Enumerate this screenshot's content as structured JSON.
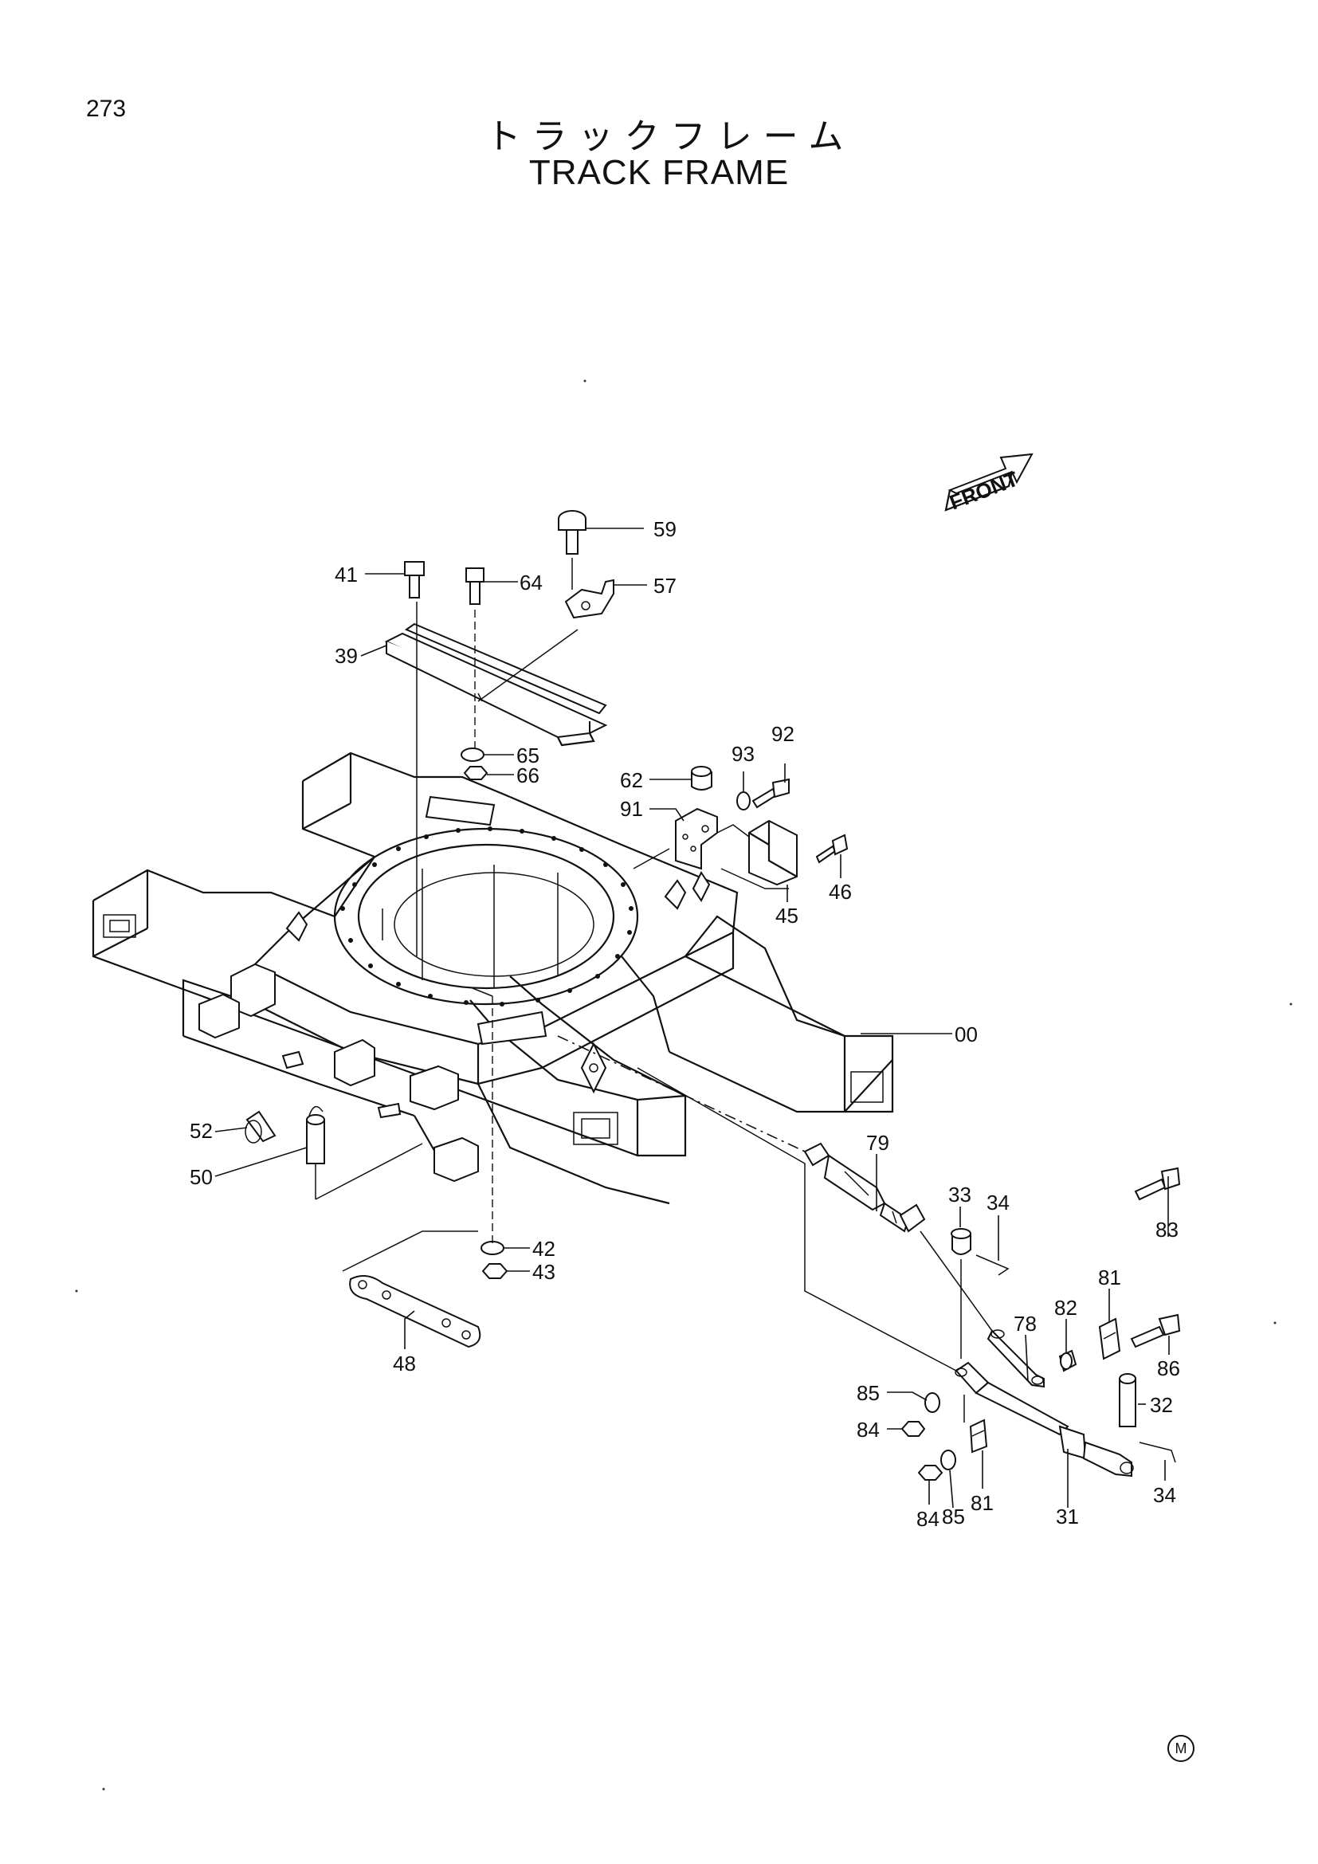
{
  "page_number": "273",
  "title": {
    "japanese": "トラックフレーム",
    "english": "TRACK FRAME"
  },
  "direction_indicator": "FRONT",
  "corner_mark": "M",
  "callouts": [
    {
      "id": "c59",
      "label": "59"
    },
    {
      "id": "c41",
      "label": "41"
    },
    {
      "id": "c64",
      "label": "64"
    },
    {
      "id": "c57",
      "label": "57"
    },
    {
      "id": "c39",
      "label": "39"
    },
    {
      "id": "c65",
      "label": "65"
    },
    {
      "id": "c66",
      "label": "66"
    },
    {
      "id": "c92",
      "label": "92"
    },
    {
      "id": "c93",
      "label": "93"
    },
    {
      "id": "c62",
      "label": "62"
    },
    {
      "id": "c91",
      "label": "91"
    },
    {
      "id": "c46",
      "label": "46"
    },
    {
      "id": "c45",
      "label": "45"
    },
    {
      "id": "c00",
      "label": "00"
    },
    {
      "id": "c79",
      "label": "79"
    },
    {
      "id": "c52",
      "label": "52"
    },
    {
      "id": "c50",
      "label": "50"
    },
    {
      "id": "c33",
      "label": "33"
    },
    {
      "id": "c34a",
      "label": "34"
    },
    {
      "id": "c83",
      "label": "83"
    },
    {
      "id": "c42",
      "label": "42"
    },
    {
      "id": "c43",
      "label": "43"
    },
    {
      "id": "c81a",
      "label": "81"
    },
    {
      "id": "c82",
      "label": "82"
    },
    {
      "id": "c78",
      "label": "78"
    },
    {
      "id": "c86",
      "label": "86"
    },
    {
      "id": "c48",
      "label": "48"
    },
    {
      "id": "c85a",
      "label": "85"
    },
    {
      "id": "c32",
      "label": "32"
    },
    {
      "id": "c84a",
      "label": "84"
    },
    {
      "id": "c81b",
      "label": "81"
    },
    {
      "id": "c84b",
      "label": "84"
    },
    {
      "id": "c85b",
      "label": "85"
    },
    {
      "id": "c31",
      "label": "31"
    },
    {
      "id": "c34b",
      "label": "34"
    }
  ]
}
